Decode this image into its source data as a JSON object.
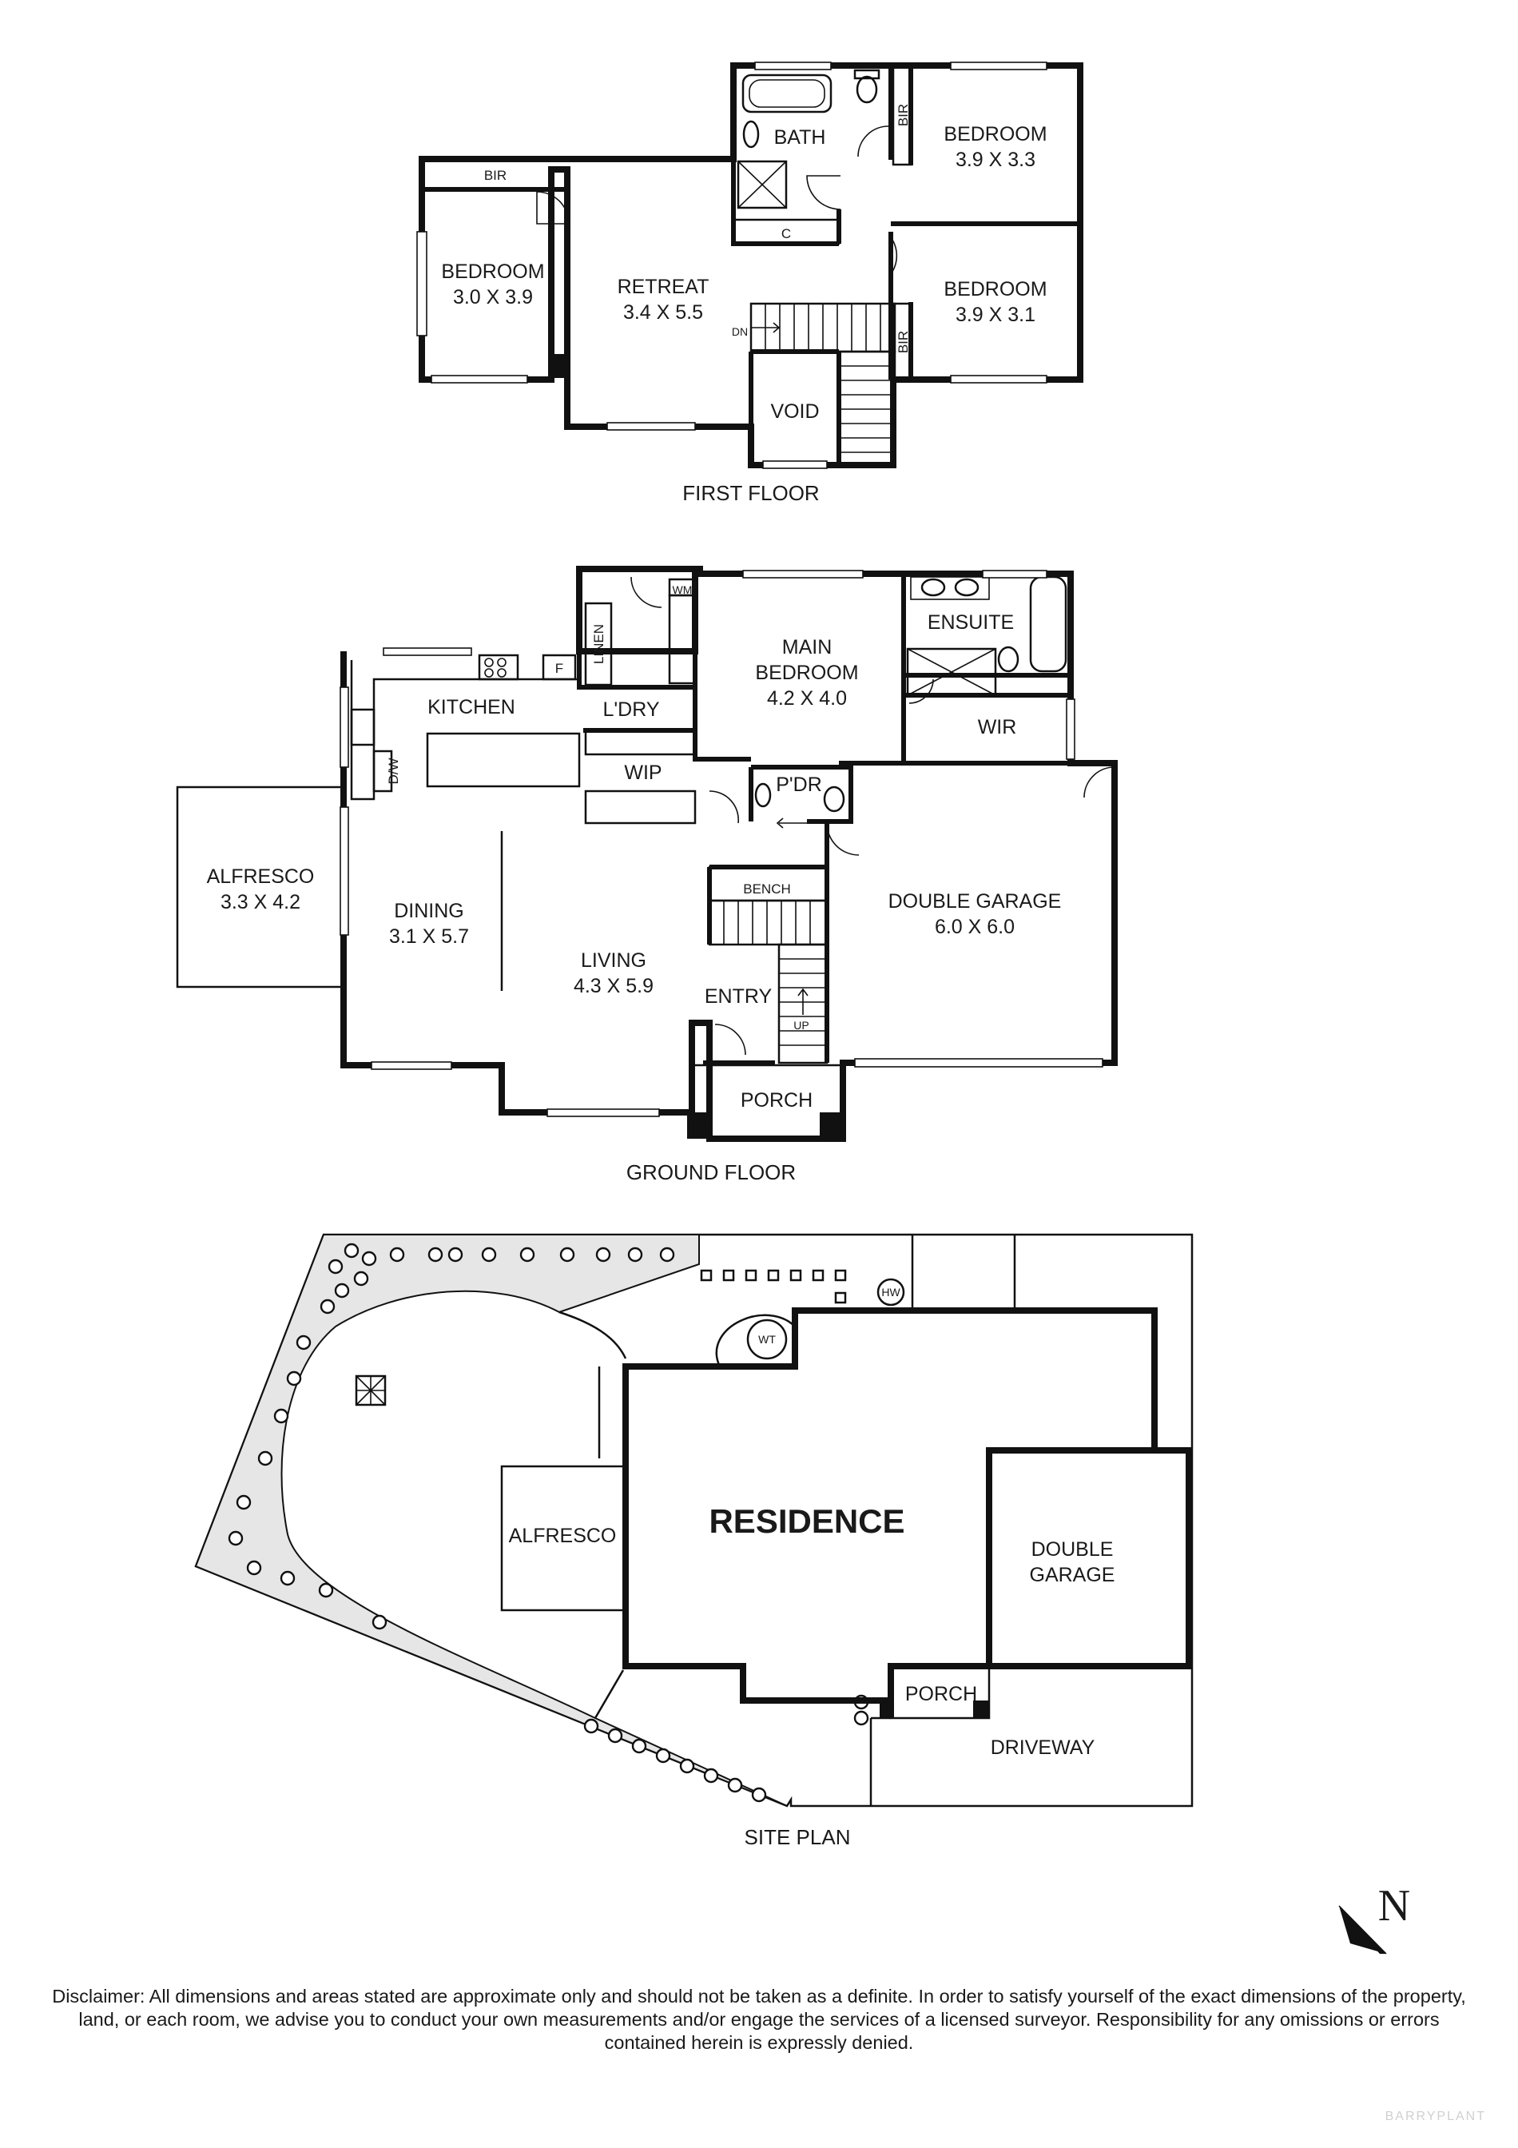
{
  "first_floor": {
    "caption": "FIRST FLOOR",
    "rooms": {
      "bedroom_w": {
        "name": "BEDROOM",
        "size": "3.0 X 3.9"
      },
      "retreat": {
        "name": "RETREAT",
        "size": "3.4 X 5.5"
      },
      "bath": "BATH",
      "bedroom_ne": {
        "name": "BEDROOM",
        "size": "3.9 X 3.3"
      },
      "bedroom_se": {
        "name": "BEDROOM",
        "size": "3.9 X 3.1"
      },
      "void": "VOID",
      "bir": "BIR",
      "cupboard": "C",
      "stair_dn": "DN"
    }
  },
  "ground_floor": {
    "caption": "GROUND FLOOR",
    "rooms": {
      "kitchen": "KITCHEN",
      "fridge": "F",
      "dishwasher": "D/W",
      "linen": "LINEN",
      "wm": "WM",
      "laundry": "L'DRY",
      "wip": "WIP",
      "main_bedroom": {
        "line1": "MAIN",
        "line2": "BEDROOM",
        "size": "4.2 X 4.0"
      },
      "ensuite": "ENSUITE",
      "wir": "WIR",
      "pdr": "P'DR",
      "alfresco": {
        "name": "ALFRESCO",
        "size": "3.3 X 4.2"
      },
      "dining": {
        "name": "DINING",
        "size": "3.1 X 5.7"
      },
      "living": {
        "name": "LIVING",
        "size": "4.3 X 5.9"
      },
      "bench": "BENCH",
      "entry": "ENTRY",
      "stair_up": "UP",
      "garage": {
        "name": "DOUBLE GARAGE",
        "size": "6.0 X 6.0"
      },
      "porch": "PORCH"
    }
  },
  "site_plan": {
    "caption": "SITE PLAN",
    "labels": {
      "residence": "RESIDENCE",
      "alfresco": "ALFRESCO",
      "garage_line1": "DOUBLE",
      "garage_line2": "GARAGE",
      "porch": "PORCH",
      "driveway": "DRIVEWAY",
      "water_tank": "WT",
      "hot_water": "HW"
    }
  },
  "compass": {
    "label": "N",
    "icon": "north-arrow-icon"
  },
  "disclaimer": "Disclaimer: All dimensions and areas stated are approximate only and should not be taken as a definite. In order to satisfy yourself of the exact dimensions of the property, land, or each room, we advise you to conduct your own measurements and/or engage the services of a licensed surveyor. Responsibility for any omissions or errors contained herein is expressly denied.",
  "watermark": "BARRYPLANT"
}
